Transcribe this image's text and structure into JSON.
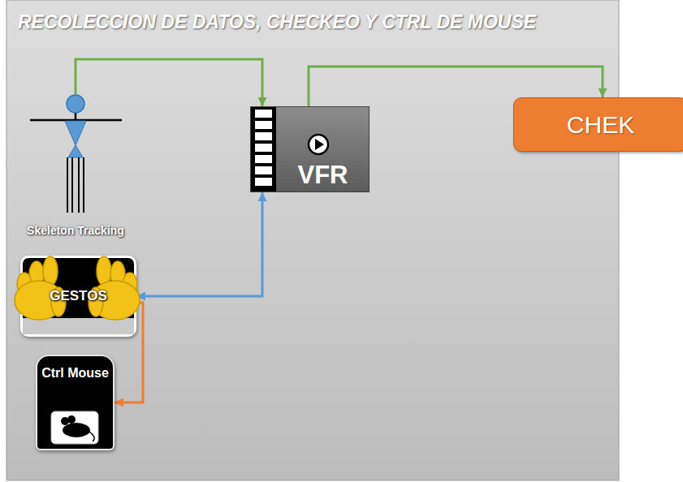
{
  "diagram": {
    "title": "RECOLECCION DE DATOS, CHECKEO Y CTRL DE MOUSE",
    "nodes": [
      {
        "text": [
          "Skeleton Tracking"
        ]
      },
      {
        "text": [
          "VFR"
        ]
      },
      {
        "text": [
          "CHEK"
        ]
      },
      {
        "text": [
          "GESTOS"
        ]
      },
      {
        "text": [
          "Ctrl Mouse"
        ]
      }
    ],
    "edges": [
      {
        "from": 0,
        "to": 1,
        "arrow": "to"
      },
      {
        "from": 1,
        "to": 2,
        "arrow": "to"
      },
      {
        "from": 3,
        "to": 1,
        "arrow": "both"
      },
      {
        "from": 3,
        "to": 4,
        "arrow": "to"
      }
    ]
  }
}
